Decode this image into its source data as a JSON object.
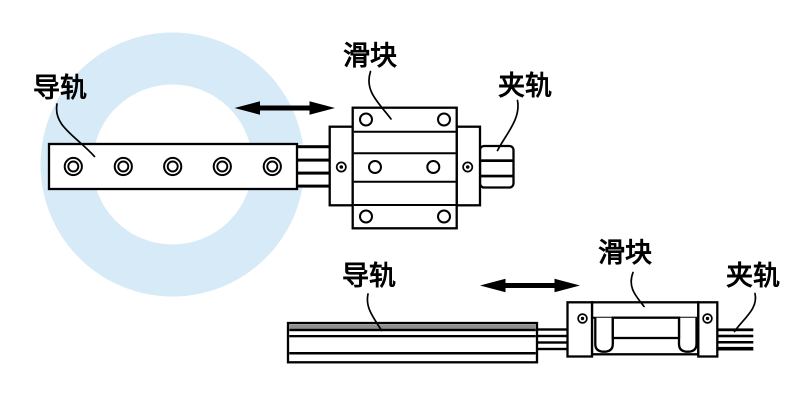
{
  "diagram": {
    "description": "Linear guide rail and slider carriage diagram, top view and side view",
    "colors": {
      "ring_highlight": "#D7EAF7",
      "rail_gray_stripe": "#8F8F8F",
      "line": "#000000",
      "background": "#FFFFFF"
    },
    "top_view": {
      "labels": {
        "guide_rail": "导轨",
        "slider": "滑块",
        "clamp_rail": "夹轨"
      }
    },
    "side_view": {
      "labels": {
        "guide_rail": "导轨",
        "slider": "滑块",
        "clamp_rail": "夹轨"
      }
    }
  }
}
